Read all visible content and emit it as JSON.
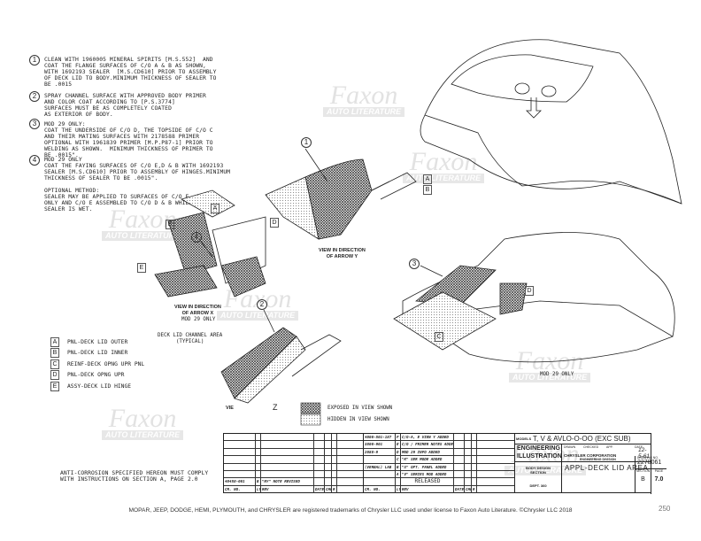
{
  "notes": [
    {
      "num": "1",
      "text": "CLEAN WITH 1960005 MINERAL SPIRITS [M.S.552]  AND\nCOAT THE FLANGE SURFACES OF C/O A & B AS SHOWN,\nWITH 1692193 SEALER  [M.S.CD610] PRIOR TO ASSEMBLY\nOF DECK LID TO BODY.MINIMUM THICKNESS OF SEALER TO\nBE .0015"
    },
    {
      "num": "2",
      "text": "SPRAY CHANNEL SURFACE WITH APPROVED BODY PRIMER\nAND COLOR COAT ACCORDING TO [P.S.3774]\nSURFACES MUST BE AS COMPLETELY COATED\nAS EXTERIOR OF BODY."
    },
    {
      "num": "3",
      "text": "MOD 29 ONLY:\nCOAT THE UNDERSIDE OF C/O D, THE TOPSIDE OF C/O C\nAND THEIR MATING SURFACES WITH 2178588 PRIMER\nOPTIONAL WITH 1961839 PRIMER [M.P.P87-1] PRIOR TO\nWELDING AS SHOWN.  MINIMUM THICKNESS OF PRIMER TO\nBE .0015\"."
    },
    {
      "num": "4",
      "text": "MOD 29 ONLY\nCOAT THE FAYING SURFACES OF C/O E,D & B WITH 1692193\nSEALER [M.S.CD610] PRIOR TO ASSEMBLY OF HINGES.MINIMUM\nTHICKNESS OF SEALER TO BE .0015\".\n\nOPTIONAL METHOD:\nSEALER MAY BE APPLIED TO SURFACES OF C/O E\nONLY AND C/O E ASSEMBLED TO C/O D & B WHILE\nSEALER IS WET."
    }
  ],
  "legend": [
    {
      "key": "A",
      "label": "PNL-DECK LID OUTER"
    },
    {
      "key": "B",
      "label": "PNL-DECK LID INNER"
    },
    {
      "key": "C",
      "label": "REINF-DECK OPNG UPR PNL"
    },
    {
      "key": "D",
      "label": "PNL-DECK OPNG UPR"
    },
    {
      "key": "E",
      "label": "ASSY-DECK LID HINGE"
    }
  ],
  "diagram": {
    "view_y": "VIEW IN DIRECTION\nOF ARROW Y",
    "view_x": "VIEW IN DIRECTION\nOF ARROW X",
    "mod29_x": "MOD 29 ONLY",
    "channel": "DECK LID CHANNEL AREA\n(TYPICAL)",
    "vie": "VIE",
    "z": "Z",
    "exposed": "EXPOSED IN VIEW SHOWN",
    "hidden": "HIDDEN IN VIEW SHOWN",
    "mod29_car": "MOD 29 ONLY",
    "callouts": [
      "1",
      "2",
      "3",
      "4"
    ],
    "letters": [
      "A",
      "B",
      "C",
      "D",
      "E"
    ]
  },
  "anti_corrosion": "ANTI-CORROSION SPECIFIED HEREON MUST COMPLY\nWITH INSTRUCTIONS ON SECTION A, PAGE 2.0",
  "title_block": {
    "revisions_left": [
      {
        "cr": "40458-001",
        "ltr": "B",
        "rev": "\"NY\" NOTE REVISED"
      }
    ],
    "revisions_right": [
      {
        "cr": "4000-501-187",
        "ltr": "F",
        "rev": "C/O-A, E VIEW Y ADDED"
      },
      {
        "cr": "3800-901",
        "ltr": "E",
        "rev": "C/O / PRIMER NOTES ADDED"
      },
      {
        "cr": "2088-9",
        "ltr": "D",
        "rev": "MOD 29 INFO ADDED"
      },
      {
        "cr": "",
        "ltr": "C",
        "rev": "\"K\" SER MODE ADDED"
      },
      {
        "cr": "(VERBAL) LAB",
        "ltr": "B",
        "rev": "\"S\" OPT. PANEL ADDED"
      },
      {
        "cr": "",
        "ltr": "A",
        "rev": "\"V\" SERIES MOD ADDED"
      }
    ],
    "released": "RELEASED",
    "headers": [
      "CR. NO.",
      "LTR",
      "REV",
      "DATE",
      "CHECK",
      "R"
    ],
    "models_label": "MODELS",
    "models": "T, V & AVLO-O-OO  (EXC SUB)",
    "engineering": "ENGINEERING",
    "illustration": "ILLUSTRATION",
    "drawn_label": "DRAWN",
    "checked_label": "CHECKED",
    "app_label": "APP.",
    "date_label": "DATE",
    "date": "12-5-61",
    "company": "CHRYSLER CORPORATION",
    "division": "ENGINEERING DIVISION",
    "section_name": "BODY DESIGN\nSECTION",
    "dept": "DEPT. 360",
    "title": "APPL-DECK LID AREA",
    "drawing_no_label": "DRAWING NO.",
    "drawing_no": "2278061",
    "section_label": "SECTION",
    "section": "B",
    "page_label": "PAGE",
    "page": "7.0"
  },
  "watermark": {
    "brand": "Faxon",
    "sub": "AUTO LITERATURE"
  },
  "footer": "MOPAR, JEEP, DODGE, HEMI, PLYMOUTH, and CHRYSLER are registered trademarks of Chrysler LLC used under license to Faxon Auto Literature. ©Chrysler LLC 2018",
  "page_number": "250"
}
